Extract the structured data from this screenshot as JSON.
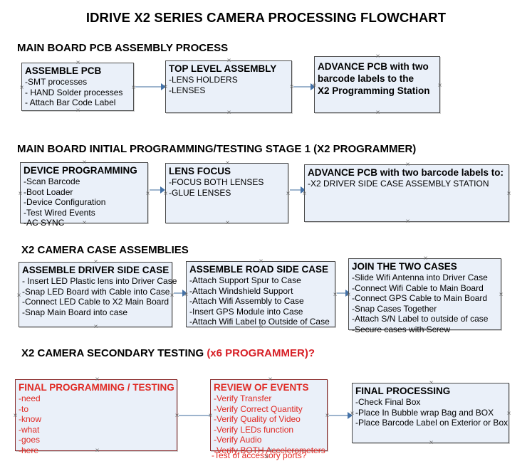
{
  "title": "IDRIVE X2  SERIES CAMERA PROCESSING FLOWCHART",
  "sections": [
    {
      "heading": "MAIN BOARD PCB ASSEMBLY PROCESS",
      "heading_accent": ""
    },
    {
      "heading": "MAIN BOARD INITIAL PROGRAMMING/TESTING STAGE 1 (X2 PROGRAMMER)",
      "heading_accent": ""
    },
    {
      "heading": "X2 CAMERA CASE ASSEMBLIES",
      "heading_accent": ""
    },
    {
      "heading": "X2 CAMERA SECONDARY TESTING ",
      "heading_accent": "(x6 PROGRAMMER)?"
    }
  ],
  "boxes": {
    "assemble_pcb": {
      "title": "ASSEMBLE PCB",
      "lines": [
        "-SMT processes",
        "- HAND Solder processes",
        "- Attach Bar Code Label"
      ]
    },
    "top_level_assembly": {
      "title": "TOP LEVEL ASSEMBLY",
      "lines": [
        "-LENS HOLDERS",
        "-LENSES"
      ]
    },
    "advance_pcb_station": {
      "title_lines": [
        "ADVANCE PCB with two",
        "barcode labels to the",
        " X2 Programming Station"
      ],
      "lines": []
    },
    "device_programming": {
      "title": "DEVICE PROGRAMMING",
      "lines": [
        "-Scan Barcode",
        "-Boot Loader",
        "-Device Configuration",
        "-Test Wired Events",
        "-AC SYNC"
      ]
    },
    "lens_focus": {
      "title": "LENS FOCUS",
      "lines": [
        "-FOCUS BOTH LENSES",
        "-GLUE LENSES"
      ]
    },
    "advance_pcb_driver_side": {
      "title": "ADVANCE PCB with two barcode labels to:",
      "lines": [
        "-X2 DRIVER  SIDE  CASE  ASSEMBLY STATION"
      ]
    },
    "assemble_driver_side_case": {
      "title": "ASSEMBLE DRIVER SIDE CASE",
      "lines": [
        "- Insert LED Plastic lens into Driver Case",
        "-Snap LED Board with Cable into Case",
        "-Connect LED Cable to X2 Main Board",
        "-Snap Main Board into case"
      ]
    },
    "assemble_road_side_case": {
      "title": "ASSEMBLE ROAD SIDE CASE",
      "lines": [
        "-Attach Support Spur to Case",
        "-Attach Windshield Support",
        "-Attach Wifi Assembly to Case",
        "-Insert GPS Module into Case",
        "-Attach Wifi Label to Outside of Case"
      ]
    },
    "join_the_two_cases": {
      "title": "JOIN THE TWO CASES",
      "lines": [
        "-Slide Wifi Antenna into Driver Case",
        "-Connect Wifi Cable to Main Board",
        "-Connect GPS Cable to Main Board",
        "-Snap Cases Together",
        "-Attach S/N Label to outside of case",
        "-Secure cases with Screw"
      ]
    },
    "final_programming_testing": {
      "title": "FINAL PROGRAMMING / TESTING",
      "lines": [
        "-need",
        "-to",
        "-know",
        "-what",
        "-goes",
        "-here"
      ]
    },
    "review_of_events": {
      "title": "REVIEW OF EVENTS",
      "lines": [
        "-Verify Transfer",
        "-Verify Correct Quantity",
        "-Verify Quality of Video",
        "-Verify LEDs function",
        "-Verify Audio",
        "-Verify BOTH Accelerometers"
      ],
      "overflow_line": "-Test of accessory ports?"
    },
    "final_processing": {
      "title": "FINAL PROCESSING",
      "lines": [
        " -Check Final Box",
        "-Place In Bubble wrap Bag and BOX",
        "-Place Barcode Label on Exterior or Box"
      ]
    }
  },
  "colors": {
    "box_fill": "#eaf0f9",
    "box_border": "#4a4a4a",
    "box_border_red": "#8a2b2b",
    "text": "#000000",
    "text_red": "#e02a24",
    "connector_line": "#9db4cd",
    "connector_head": "#4472a8"
  }
}
